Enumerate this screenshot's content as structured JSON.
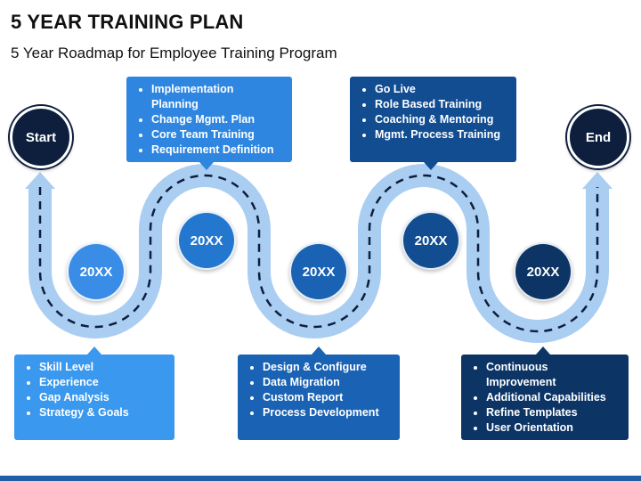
{
  "title": "5 YEAR TRAINING PLAN",
  "subtitle": "5 Year Roadmap for Employee Training Program",
  "start_label": "Start",
  "end_label": "End",
  "years": [
    {
      "label": "20XX",
      "color": "#3a8de6"
    },
    {
      "label": "20XX",
      "color": "#2377cf"
    },
    {
      "label": "20XX",
      "color": "#1a62b3"
    },
    {
      "label": "20XX",
      "color": "#124d91"
    },
    {
      "label": "20XX",
      "color": "#0c3566"
    }
  ],
  "boxes": [
    {
      "color": "#3a98ee",
      "items": [
        "Skill Level",
        "Experience",
        "Gap Analysis",
        "Strategy & Goals"
      ]
    },
    {
      "color": "#2f86e0",
      "items": [
        "Implementation Planning",
        "Change Mgmt. Plan",
        "Core Team Training",
        "Requirement Definition"
      ]
    },
    {
      "color": "#1a62b3",
      "items": [
        "Design & Configure",
        "Data Migration",
        "Custom Report",
        "Process Development"
      ]
    },
    {
      "color": "#124d91",
      "items": [
        "Go Live",
        "Role Based Training",
        "Coaching & Mentoring",
        "Mgmt. Process Training"
      ]
    },
    {
      "color": "#0c3566",
      "items": [
        "Continuous Improvement",
        "Additional Capabilities",
        "Refine Templates",
        "User Orientation"
      ]
    }
  ]
}
